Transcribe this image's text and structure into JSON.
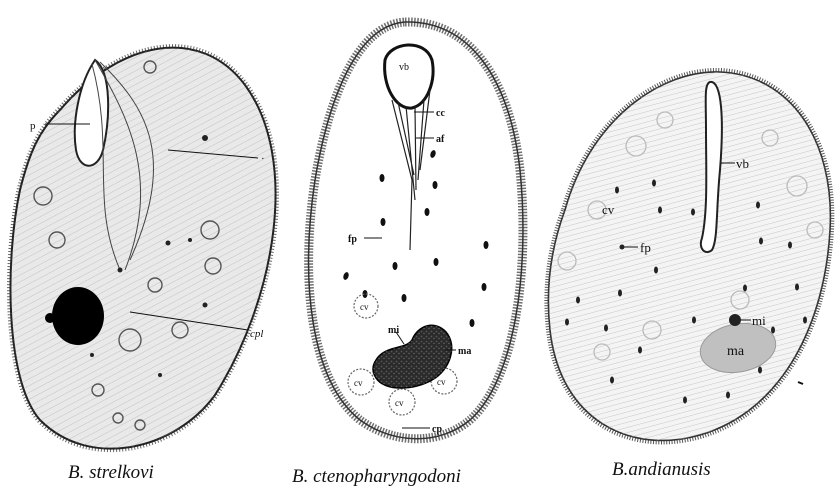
{
  "captions": {
    "a": "B. strelkovi",
    "b": "B. ctenopharyngodoni",
    "c": "B.andianusis"
  },
  "labels_a": {
    "p": "p",
    "dot": "·",
    "cpl": "cpl"
  },
  "labels_b": {
    "vb": "vb",
    "cc": "cc",
    "af": "af",
    "fp": "fp",
    "cv1": "cv",
    "mi": "mi",
    "ma": "ma",
    "cv2": "cv",
    "cv3": "cv",
    "cv4": "cv",
    "cp": "cp"
  },
  "labels_c": {
    "vb": "vb",
    "cv": "cv",
    "fp": "fp",
    "mi": "mi",
    "ma": "ma"
  },
  "colors": {
    "ink": "#111111",
    "cilia": "#555555",
    "macronucleus_a": "#000000",
    "macronucleus_b": "#2a2a2a",
    "macronucleus_c": "#bdbdbd"
  }
}
